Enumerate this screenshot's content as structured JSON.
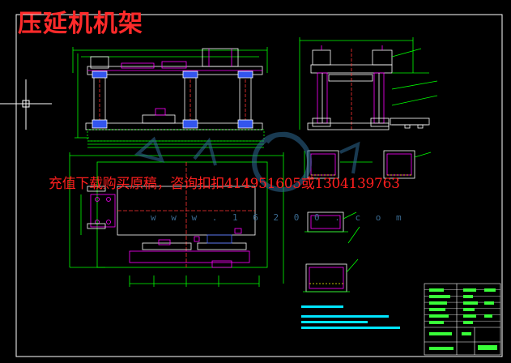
{
  "drawing": {
    "title": "压延机机架",
    "overlay_text": "充值下载购买原稿，咨询扣扣414951605或1304139763",
    "watermark_url": "w w w . 1 6 2 0 0 . c o m",
    "watermark_logo": "watermark-logo"
  },
  "colors": {
    "background": "#000000",
    "frame": "#ffffff",
    "outline": "#ffffff",
    "structure": "#ff00ff",
    "dimension": "#00ff00",
    "hidden": "#00ffff",
    "center": "#ff3333",
    "bolt": "#4466ff",
    "title_red": "#ff2a2a",
    "watermark": "#2f6a94",
    "notes_bar": "#00e5ff"
  },
  "icons": {
    "cursor": "crosshair-cursor-icon"
  }
}
